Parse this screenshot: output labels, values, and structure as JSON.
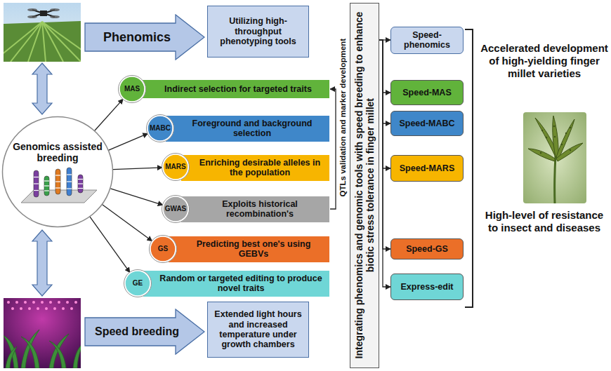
{
  "diagram": {
    "nodes": [
      {
        "text": [
          "Phenomics"
        ]
      },
      {
        "text": [
          "Utilizing high-throughput phenotyping tools"
        ]
      },
      {
        "text": [
          "Genomics assisted breeding"
        ]
      },
      {
        "text": [
          "MAS"
        ]
      },
      {
        "text": [
          "Indirect selection for targeted traits"
        ]
      },
      {
        "text": [
          "MABC"
        ]
      },
      {
        "text": [
          "Foreground and background selection"
        ]
      },
      {
        "text": [
          "MARS"
        ]
      },
      {
        "text": [
          "Enriching desirable alleles in the population"
        ]
      },
      {
        "text": [
          "GWAS"
        ]
      },
      {
        "text": [
          "Exploits historical recombination's"
        ]
      },
      {
        "text": [
          "GS"
        ]
      },
      {
        "text": [
          "Predicting best one's using GEBVs"
        ]
      },
      {
        "text": [
          "GE"
        ]
      },
      {
        "text": [
          "Random or targeted editing to produce novel traits"
        ]
      },
      {
        "text": [
          "Speed breeding"
        ]
      },
      {
        "text": [
          "Extended light hours and increased temperature under growth chambers"
        ]
      },
      {
        "text": [
          "Integrating phenomics and genomic tools with speed breeding to enhance biotic stress tolerance in finger millet"
        ]
      },
      {
        "text": [
          "Speed-phenomics"
        ]
      },
      {
        "text": [
          "Speed-MAS"
        ]
      },
      {
        "text": [
          "Speed-MABC"
        ]
      },
      {
        "text": [
          "Speed-MARS"
        ]
      },
      {
        "text": [
          "Speed-GS"
        ]
      },
      {
        "text": [
          "Express-edit"
        ]
      }
    ],
    "edges": [
      {
        "from": 2,
        "to": 3,
        "arrow": "to"
      },
      {
        "from": 2,
        "to": 5,
        "arrow": "to"
      },
      {
        "from": 2,
        "to": 7,
        "arrow": "to"
      },
      {
        "from": 2,
        "to": 9,
        "arrow": "to"
      },
      {
        "from": 2,
        "to": 11,
        "arrow": "to"
      },
      {
        "from": 2,
        "to": 13,
        "arrow": "to"
      },
      {
        "from": 10,
        "to": 4,
        "label": "QTLs validation and marker development",
        "arrow": "to"
      },
      {
        "from": 17,
        "to": 18,
        "arrow": "to"
      },
      {
        "from": 17,
        "to": 19,
        "arrow": "to"
      },
      {
        "from": 17,
        "to": 20,
        "arrow": "to"
      },
      {
        "from": 17,
        "to": 21,
        "arrow": "to"
      },
      {
        "from": 17,
        "to": 22,
        "arrow": "to"
      },
      {
        "from": 17,
        "to": 23,
        "arrow": "to"
      }
    ],
    "labels": [
      "Accelerated development of high-yielding finger millet varieties",
      "High-level of resistance to insect and diseases"
    ]
  }
}
